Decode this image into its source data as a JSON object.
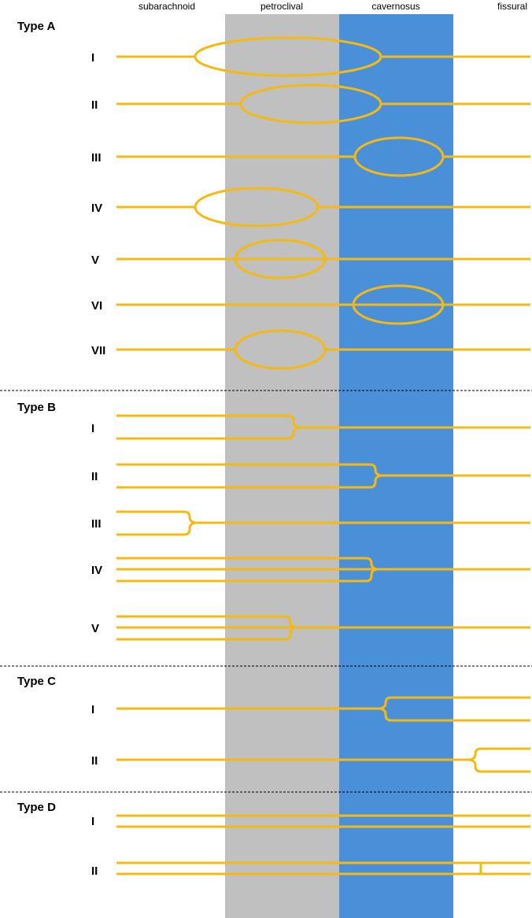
{
  "zones": [
    {
      "label": "subarachnoid"
    },
    {
      "label": "petroclival",
      "color": "#c0c0c0"
    },
    {
      "label": "cavernosus",
      "color": "#4a90d9"
    },
    {
      "label": "fissural"
    }
  ],
  "colors": {
    "nerve": "#f5b914",
    "divider": "#000000",
    "text": "#000000"
  },
  "groups": [
    {
      "label": "Type A",
      "variants": [
        {
          "label": "I"
        },
        {
          "label": "II"
        },
        {
          "label": "III"
        },
        {
          "label": "IV"
        },
        {
          "label": "V"
        },
        {
          "label": "VI"
        },
        {
          "label": "VII"
        }
      ]
    },
    {
      "label": "Type B",
      "variants": [
        {
          "label": "I"
        },
        {
          "label": "II"
        },
        {
          "label": "III"
        },
        {
          "label": "IV"
        },
        {
          "label": "V"
        }
      ]
    },
    {
      "label": "Type C",
      "variants": [
        {
          "label": "I"
        },
        {
          "label": "II"
        }
      ]
    },
    {
      "label": "Type D",
      "variants": [
        {
          "label": "I"
        },
        {
          "label": "II"
        }
      ]
    }
  ]
}
